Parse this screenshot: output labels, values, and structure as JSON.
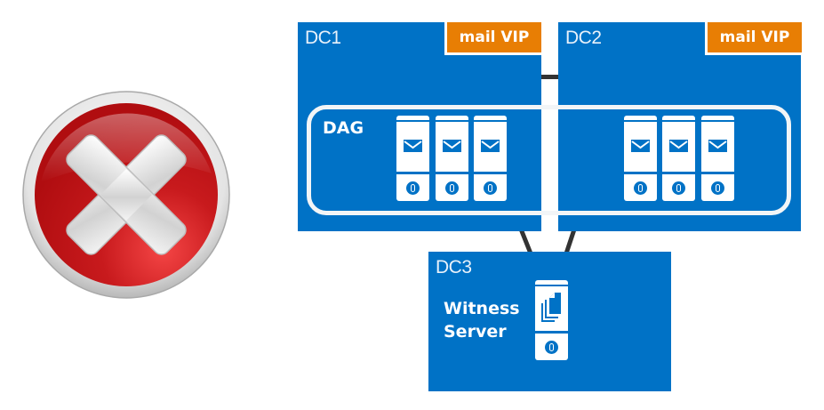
{
  "status_icon": "error-x-icon",
  "datacenters": [
    {
      "id": "dc1",
      "label": "DC1",
      "vip_label": "mail VIP",
      "servers": 3,
      "server_role": "mailbox"
    },
    {
      "id": "dc2",
      "label": "DC2",
      "vip_label": "mail VIP",
      "servers": 3,
      "server_role": "mailbox"
    },
    {
      "id": "dc3",
      "label": "DC3",
      "role_label_line1": "Witness",
      "role_label_line2": "Server",
      "server_role": "file-share-witness"
    }
  ],
  "dag": {
    "label": "DAG"
  },
  "colors": {
    "datacenter_blue": "#0072c6",
    "vip_orange": "#e87e04",
    "connector": "#333333",
    "error_red": "#c8141b"
  }
}
